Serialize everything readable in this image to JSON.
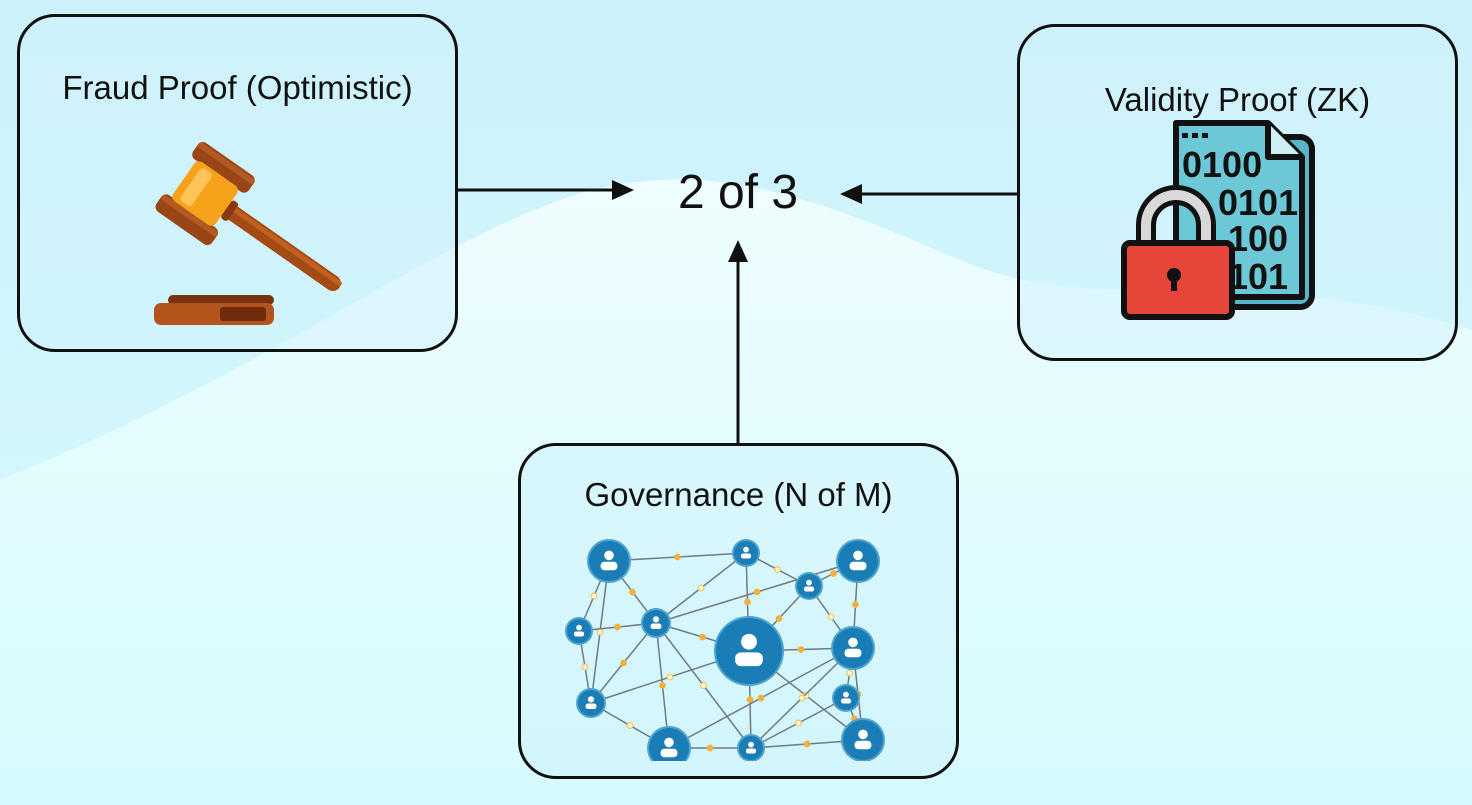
{
  "diagram": {
    "center_label": "2 of 3",
    "nodes": [
      {
        "id": "fraud",
        "title": "Fraud Proof (Optimistic)",
        "icon": "gavel-icon"
      },
      {
        "id": "validity",
        "title": "Validity Proof (ZK)",
        "icon": "binary-document-unlocked-padlock-icon"
      },
      {
        "id": "governance",
        "title": "Governance (N of M)",
        "icon": "user-network-icon"
      }
    ],
    "edges": [
      {
        "from": "fraud",
        "to": "center",
        "direction": "right"
      },
      {
        "from": "validity",
        "to": "center",
        "direction": "left"
      },
      {
        "from": "governance",
        "to": "center",
        "direction": "up"
      }
    ],
    "validity_icon_binary_lines": [
      "0100",
      "0101",
      "100",
      "101"
    ],
    "colors": {
      "background": "#d2f4fb",
      "box_border": "#111111",
      "gavel_brown": "#a34a17",
      "gavel_gold": "#f7a21b",
      "document_teal": "#6cc8d6",
      "padlock_red": "#e6453a",
      "network_blue": "#1a7db5",
      "network_dot_orange": "#f0b23c"
    }
  }
}
